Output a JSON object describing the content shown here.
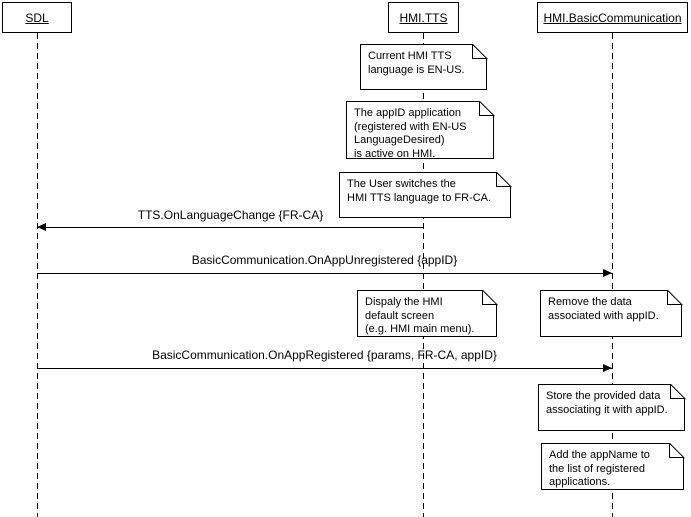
{
  "actors": [
    {
      "label": "SDL"
    },
    {
      "label": "HMI.TTS"
    },
    {
      "label": "HMI.BasicCommunication"
    }
  ],
  "notes": [
    {
      "attached_to": "HMI.TTS",
      "text": "Current HMI TTS\nlanguage is EN-US."
    },
    {
      "attached_to": "HMI.TTS",
      "text": "The appID application\n(registered with EN-US\nLanguageDesired)\nis active on HMI."
    },
    {
      "attached_to": "HMI.TTS",
      "text": "The User switches the\nHMI TTS language to FR-CA."
    },
    {
      "attached_to": "HMI.TTS",
      "text": "Dispaly the HMI\ndefault screen\n(e.g. HMI main menu)."
    },
    {
      "attached_to": "HMI.BasicCommunication",
      "text": "Remove the data\nassociated with appID."
    },
    {
      "attached_to": "HMI.BasicCommunication",
      "text": "Store the provided data\nassociating it with appID."
    },
    {
      "attached_to": "HMI.BasicCommunication",
      "text": "Add the appName to\nthe list of registered\napplications."
    }
  ],
  "messages": [
    {
      "label": "TTS.OnLanguageChange {FR-CA}",
      "from": "HMI.TTS",
      "to": "SDL",
      "direction": "left"
    },
    {
      "label": "BasicCommunication.OnAppUnregistered {appID}",
      "from": "SDL",
      "to": "HMI.BasicCommunication",
      "direction": "right"
    },
    {
      "label": "BasicCommunication.OnAppRegistered {params, FR-CA, appID}",
      "from": "SDL",
      "to": "HMI.BasicCommunication",
      "direction": "right"
    }
  ],
  "colors": {
    "line": "#000000",
    "background": "#ffffff",
    "note_fill": "#ffffff"
  }
}
